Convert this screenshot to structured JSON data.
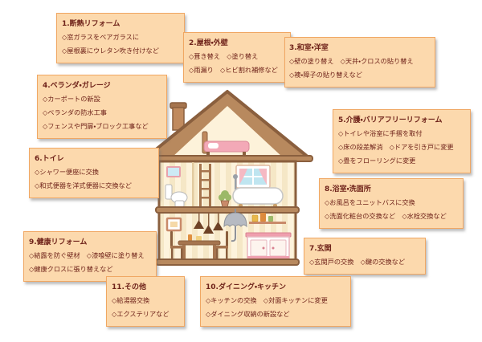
{
  "colors": {
    "box_background": "#fcd9ad",
    "box_border": "#f0a763",
    "text": "#6f231a",
    "roof_brown": "#b8895e",
    "wall_cream": "#fdf3dc",
    "kitchen_pink": "#ef9fae",
    "window_blue": "#bfe5f0"
  },
  "boxes": [
    {
      "title": "1.断熱リフォーム",
      "lines": [
        "◇窓ガラスをペアガラスに",
        "◇屋根裏にウレタン吹き付けなど"
      ]
    },
    {
      "title": "2.屋根・外壁",
      "lines": [
        "◇葺き替え　◇塗り替え",
        "◇雨漏り　◇ヒビ割れ補修など"
      ]
    },
    {
      "title": "3.和室・洋室",
      "lines": [
        "◇壁の塗り替え　◇天井・クロスの貼り替え",
        "◇襖・障子の貼り替えなど"
      ]
    },
    {
      "title": "4.ベランダ・ガレージ",
      "lines": [
        "◇カーポートの新設",
        "◇ベランダの防水工事",
        "◇フェンスや門扉・ブロック工事など"
      ]
    },
    {
      "title": "5.介護・バリアフリーリフォーム",
      "lines": [
        "◇トイレや浴室に手摺を取付",
        "◇床の段差解消　◇ドアを引き戸に変更",
        "◇畳をフローリングに変更"
      ]
    },
    {
      "title": "6.トイレ",
      "lines": [
        "◇シャワー便座に交換",
        "◇和式便器を洋式便器に交換など"
      ]
    },
    {
      "title": "7.玄関",
      "lines": [
        "◇玄関戸の交換　◇鍵の交換など"
      ]
    },
    {
      "title": "8.浴室・洗面所",
      "lines": [
        "◇お風呂をユニットバスに交換",
        "◇洗面化粧台の交換など　◇水栓交換など"
      ]
    },
    {
      "title": "9.健康リフォーム",
      "lines": [
        "◇結露を防ぐ壁材　◇漆喰壁に塗り替え",
        "◇健康クロスに張り替えなど"
      ]
    },
    {
      "title": "10.ダイニング・キッチン",
      "lines": [
        "◇キッチンの交換　◇対面キッチンに変更",
        "◇ダイニング収納の新設など"
      ]
    },
    {
      "title": "11.その他",
      "lines": [
        "◇給湯器交換",
        "◇エクステリアなど"
      ]
    }
  ],
  "house_illustration": {
    "parts": [
      "chimney",
      "roof",
      "attic-bed",
      "toilet",
      "toilet-window",
      "ladder",
      "bathroom-window",
      "plant",
      "bathtub",
      "picture-frame",
      "pendant-lamps",
      "dining-table",
      "chairs",
      "umbrella",
      "kitchen-shelf",
      "kitchen-cabinet"
    ]
  }
}
